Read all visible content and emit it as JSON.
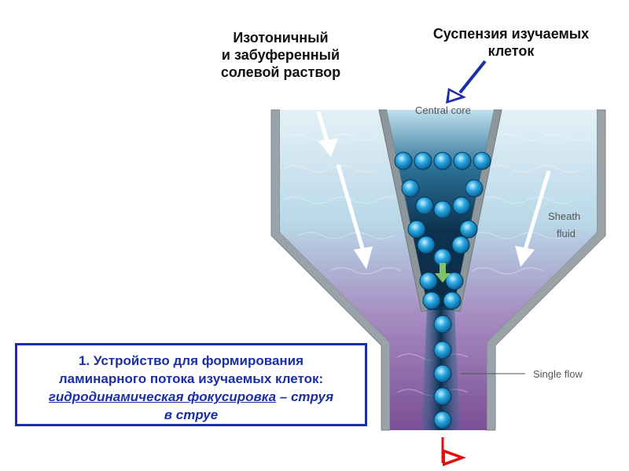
{
  "labels": {
    "buffer_solution": [
      "Изотоничный",
      "и забуференный",
      "солевой раствор"
    ],
    "cell_suspension": [
      "Суспензия изучаемых",
      "клеток"
    ],
    "central_core": "Central core",
    "sheath_fluid": [
      "Sheath",
      "fluid"
    ],
    "single_flow": "Single flow"
  },
  "info_box": {
    "line1": "1. Устройство для формирования",
    "line2": "ламинарного потока изучаемых клеток:",
    "term": "гидродинамическая фокусировка",
    "dash": " – струя",
    "line4": "в струе"
  },
  "colors": {
    "sheath_light": "#d9ecf5",
    "sheath_purple": "#8a5aa0",
    "core_dark": "#0d3350",
    "cell": "#2aa7e0",
    "arrow_blue": "#1b2fa6",
    "arrow_red": "#e01010",
    "arrow_green": "#7cc36b",
    "box_border": "#1b2fa6"
  },
  "icons": {
    "input_arrow": "down-arrow-icon",
    "output_arrow": "right-triangle-icon",
    "flow_arrows": "down-arrow-icon"
  }
}
